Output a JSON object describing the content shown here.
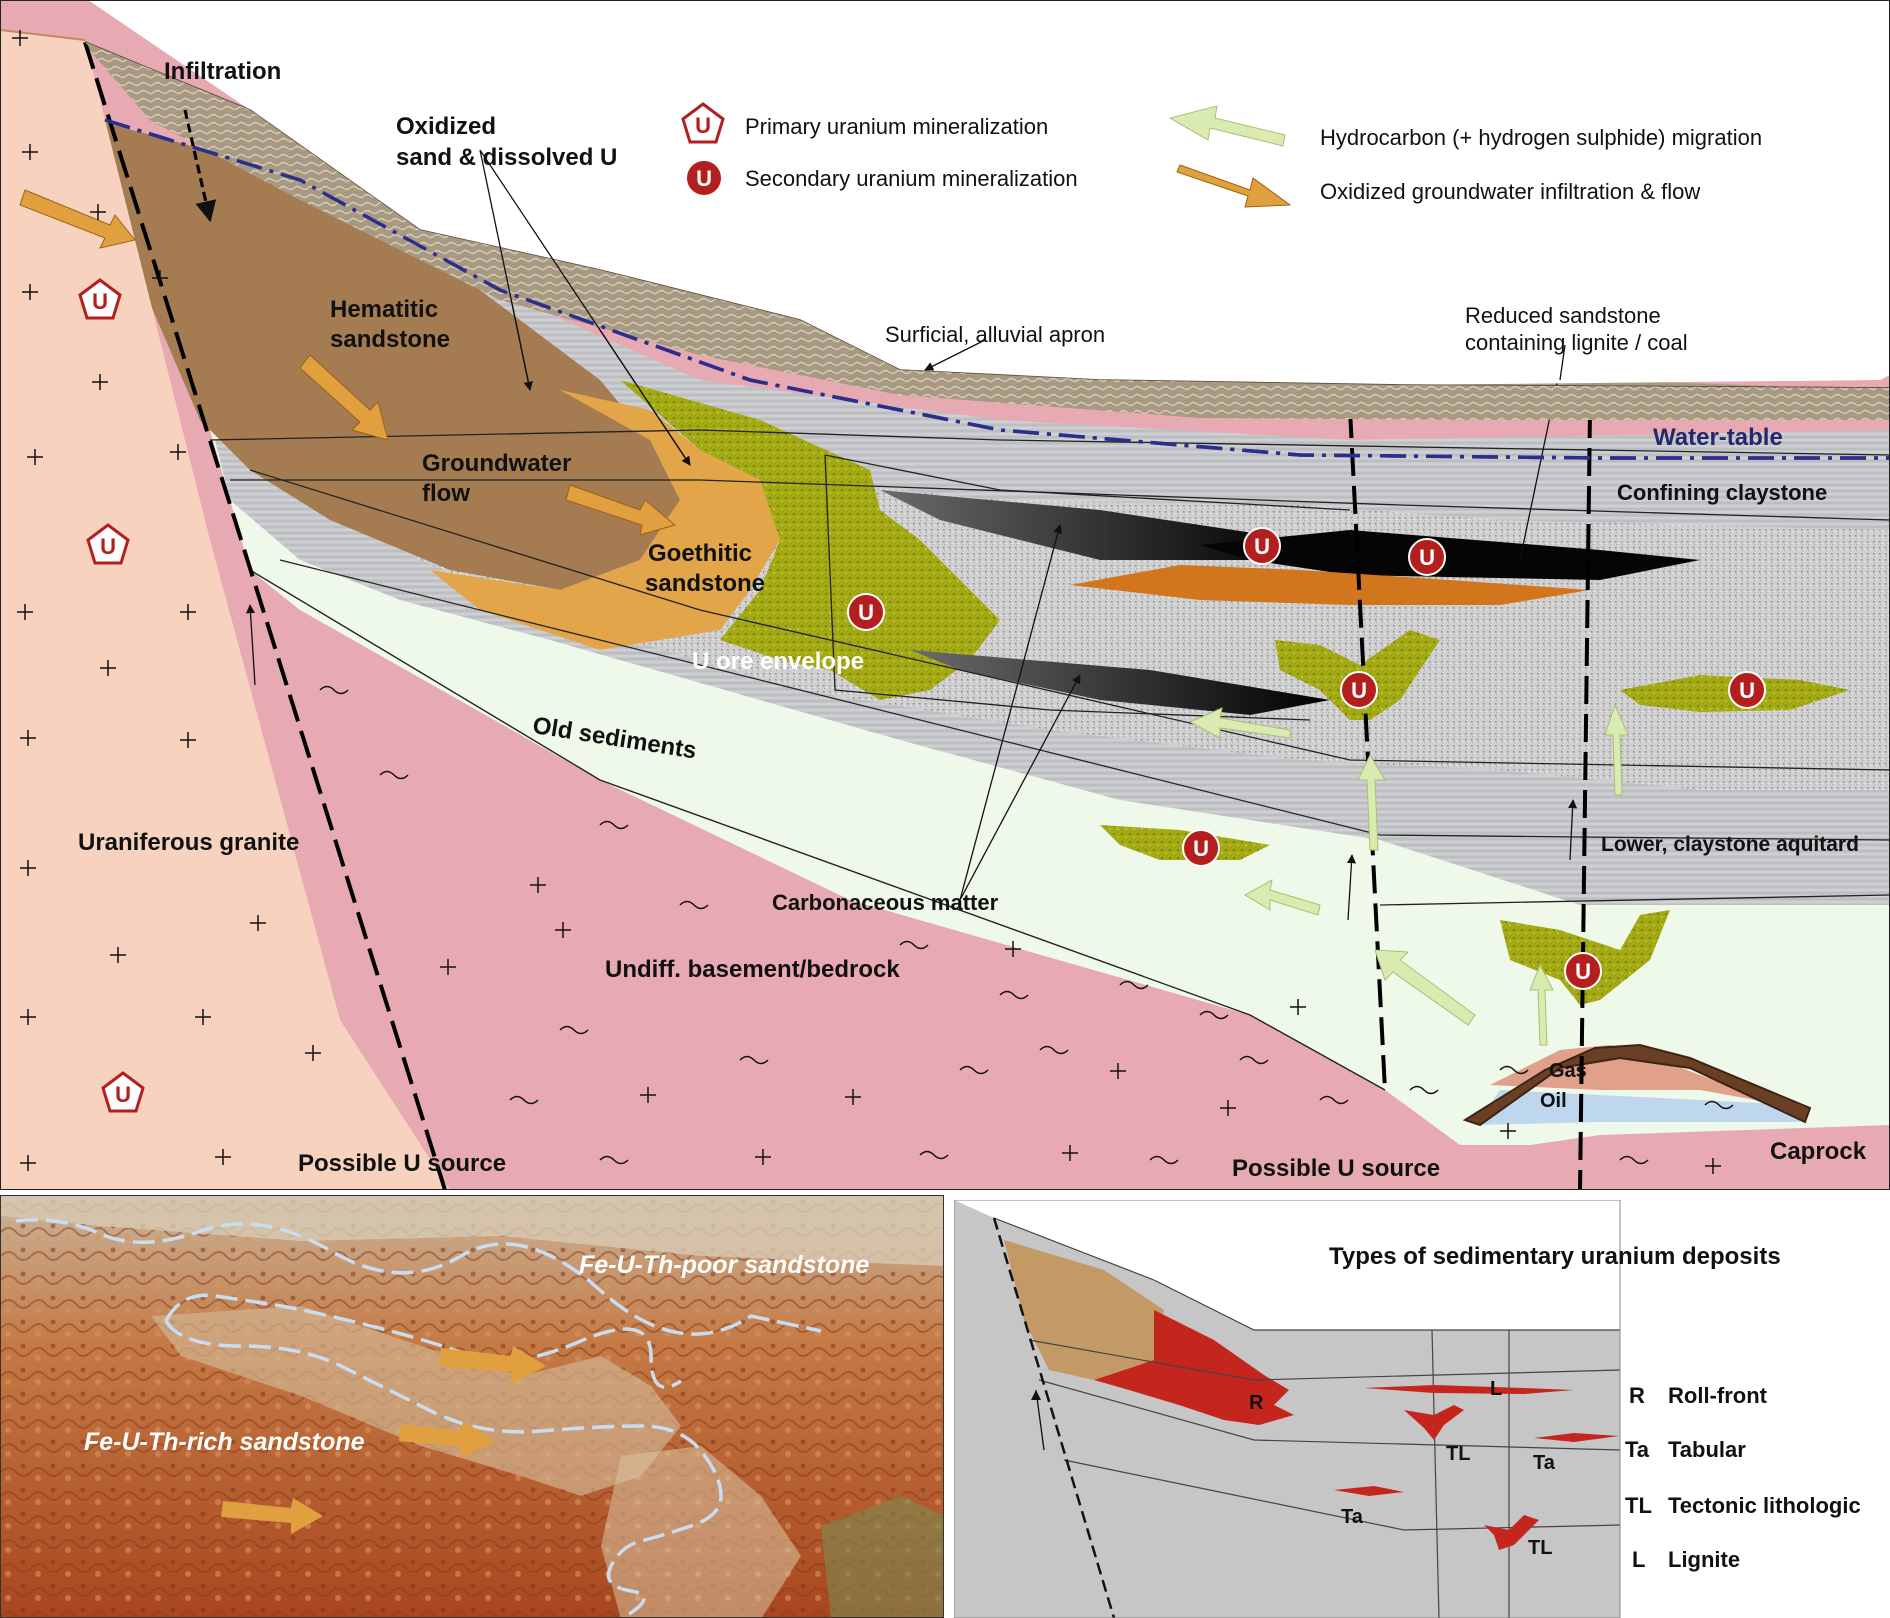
{
  "legend": {
    "primary_u": "Primary uranium mineralization",
    "secondary_u": "Secondary uranium mineralization",
    "hydrocarbon": "Hydrocarbon (+ hydrogen sulphide) migration",
    "oxidized_flow": "Oxidized groundwater infiltration & flow",
    "u_symbol": "U"
  },
  "labels": {
    "infiltration": "Infiltration",
    "oxidized_sand_1": "Oxidized",
    "oxidized_sand_2": "sand & dissolved U",
    "hematitic_1": "Hematitic",
    "hematitic_2": "sandstone",
    "groundwater_1": "Groundwater",
    "groundwater_2": "flow",
    "goethitic_1": "Goethitic",
    "goethitic_2": "sandstone",
    "ore_envelope": "U ore envelope",
    "surficial": "Surficial, alluvial apron",
    "reduced_1": "Reduced sandstone",
    "reduced_2": "containing lignite / coal",
    "water_table": "Water-table",
    "confining": "Confining claystone",
    "lower_aquitard": "Lower, claystone aquitard",
    "old_sediments": "Old sediments",
    "uraniferous_granite": "Uraniferous granite",
    "carbonaceous": "Carbonaceous matter",
    "basement": "Undiff. basement/bedrock",
    "possible_source_left": "Possible U  source",
    "possible_source_right": "Possible U  source",
    "gas": "Gas",
    "oil": "Oil",
    "caprock": "Caprock"
  },
  "photo": {
    "poor": "Fe-U-Th-poor sandstone",
    "rich": "Fe-U-Th-rich sandstone"
  },
  "types": {
    "title": "Types of sedimentary uranium deposits",
    "items": [
      {
        "code": "R",
        "name": "Roll-front"
      },
      {
        "code": "Ta",
        "name": "Tabular"
      },
      {
        "code": "TL",
        "name": "Tectonic lithologic"
      },
      {
        "code": "L",
        "name": "Lignite"
      }
    ],
    "map_labels": {
      "r": "R",
      "l": "L",
      "tl1": "TL",
      "ta1": "Ta",
      "ta2": "Ta",
      "tl2": "TL"
    }
  },
  "colors": {
    "granite": "#f7d3bf",
    "basement": "#e8aab2",
    "old_sediments": "#eff9ea",
    "hematitic": "#a57c52",
    "goethitic": "#e3a54a",
    "ore_envelope": "#a5ac14",
    "sandstone_grey": "#c9c9c9",
    "claystone": "#c3c5c9",
    "water_table": "#2b2e8c",
    "u_marker": "#b31e1e",
    "deposit_red": "#c4261e"
  },
  "icons": {
    "primary_u": "pentagon-u-icon",
    "secondary_u": "circle-u-icon",
    "hydrocarbon_arrow": "light-green-arrow-icon",
    "oxidized_arrow": "orange-arrow-icon"
  }
}
